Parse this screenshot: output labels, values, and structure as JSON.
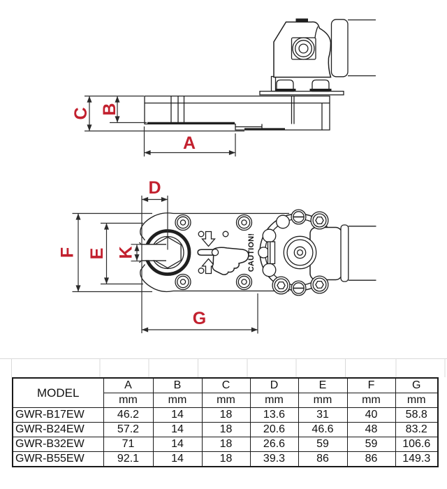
{
  "colors": {
    "label_red": "#c2202e",
    "line": "#1f1f1f",
    "dim": "#2b2b2b",
    "grid": "#d9d9d9",
    "table_border": "#1a1a1a",
    "text": "#111111"
  },
  "labels": {
    "a": "A",
    "b": "B",
    "c": "C",
    "d": "D",
    "e": "E",
    "f": "F",
    "g": "G",
    "k": "K"
  },
  "drawing": {
    "caution_text": "CAUTION!"
  },
  "table": {
    "model_header": "MODEL",
    "columns": [
      {
        "letter": "A",
        "unit": "mm"
      },
      {
        "letter": "B",
        "unit": "mm"
      },
      {
        "letter": "C",
        "unit": "mm"
      },
      {
        "letter": "D",
        "unit": "mm"
      },
      {
        "letter": "E",
        "unit": "mm"
      },
      {
        "letter": "F",
        "unit": "mm"
      },
      {
        "letter": "G",
        "unit": "mm"
      }
    ],
    "rows": [
      {
        "model": "GWR-B17EW",
        "values": [
          "46.2",
          "14",
          "18",
          "13.6",
          "31",
          "40",
          "58.8"
        ]
      },
      {
        "model": "GWR-B24EW",
        "values": [
          "57.2",
          "14",
          "18",
          "20.6",
          "46.6",
          "48",
          "83.2"
        ]
      },
      {
        "model": "GWR-B32EW",
        "values": [
          "71",
          "14",
          "18",
          "26.6",
          "59",
          "59",
          "106.6"
        ]
      },
      {
        "model": "GWR-B55EW",
        "values": [
          "92.1",
          "14",
          "18",
          "39.3",
          "86",
          "86",
          "149.3"
        ]
      }
    ]
  }
}
